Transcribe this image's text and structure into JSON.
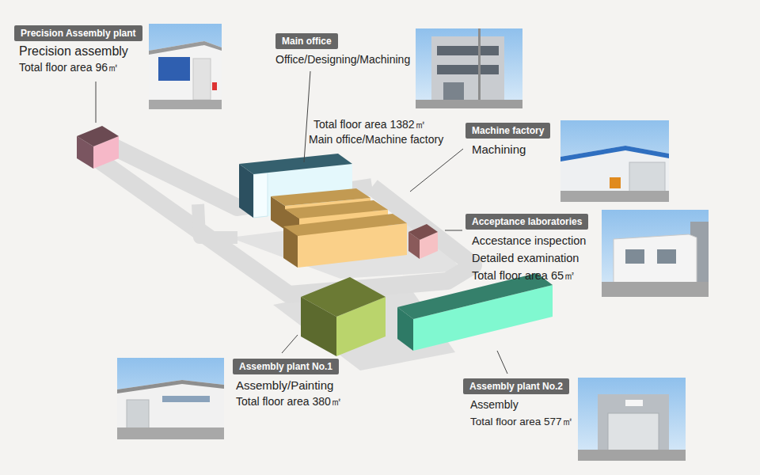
{
  "diagram": {
    "nodes": [
      {
        "text": [
          "Precision Assembly plant",
          "Precision assembly",
          "Total floor area 96㎡"
        ]
      },
      {
        "text": [
          "Main office",
          "Office/Designing/Machining"
        ]
      },
      {
        "text": [
          "Machine factory",
          "Machining"
        ]
      },
      {
        "text": [
          "Acceptance laboratories",
          "Accestance inspection",
          "Detailed examination",
          "Total floor area 65㎡"
        ]
      },
      {
        "text": [
          "Assembly plant No.1",
          "Assembly/Painting",
          "Total floor area 380㎡"
        ]
      },
      {
        "text": [
          "Assembly plant No.2",
          "Assembly",
          "Total floor area 577㎡"
        ]
      }
    ],
    "labels": [
      "Total floor area 1382㎡",
      "Main office/Machine factory"
    ]
  }
}
